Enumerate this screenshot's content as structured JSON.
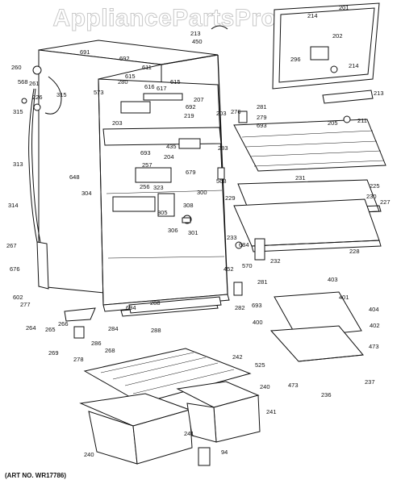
{
  "watermark": "AppliancePartsPros.com",
  "art_number": "(ART NO. WR17786)",
  "labels": [
    "214",
    "201",
    "202",
    "296",
    "214",
    "213",
    "211",
    "205",
    "225",
    "230",
    "227",
    "231",
    "229",
    "228",
    "232",
    "233",
    "684",
    "570",
    "281",
    "452",
    "282",
    "693",
    "403",
    "401",
    "404",
    "402",
    "473",
    "400",
    "473",
    "525",
    "236",
    "237",
    "242",
    "240",
    "241",
    "241",
    "240",
    "94",
    "260",
    "568",
    "261",
    "315",
    "226",
    "315",
    "313",
    "314",
    "267",
    "676",
    "602",
    "277",
    "264",
    "265",
    "266",
    "269",
    "278",
    "286",
    "268",
    "284",
    "694",
    "288",
    "288",
    "308",
    "301",
    "306",
    "304",
    "300",
    "568",
    "679",
    "305",
    "323",
    "256",
    "257",
    "204",
    "435",
    "693",
    "648",
    "203",
    "203",
    "283",
    "219",
    "692",
    "207",
    "573",
    "280",
    "615",
    "616",
    "617",
    "615",
    "611",
    "692",
    "691",
    "213",
    "450",
    "276",
    "281",
    "279",
    "693"
  ]
}
